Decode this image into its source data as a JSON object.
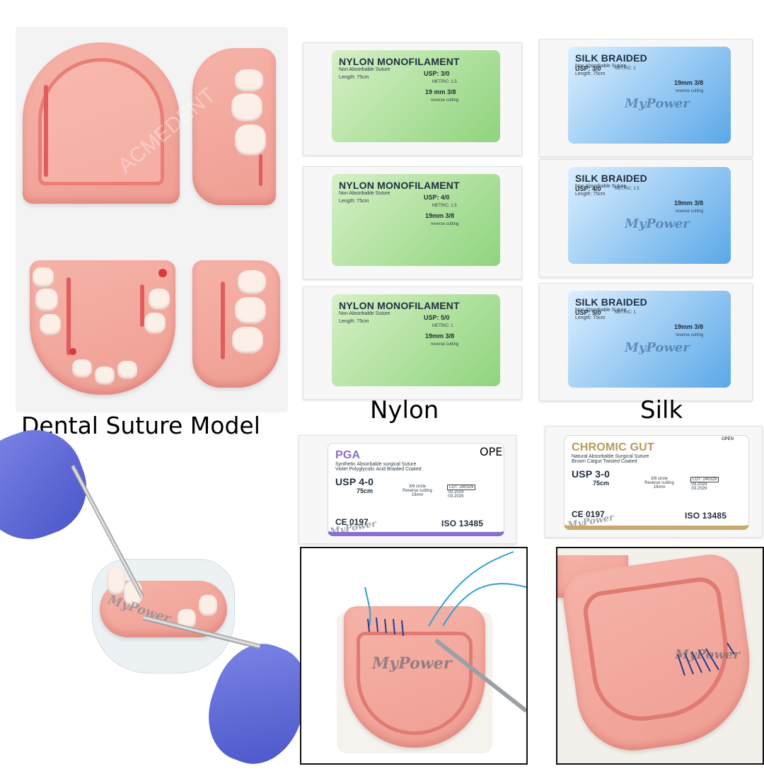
{
  "captions": {
    "model": "Dental Suture Model",
    "nylon": "Nylon",
    "silk": "Silk"
  },
  "watermark": "ACMEDENT",
  "brand": "MyPower",
  "nylon_packets": [
    {
      "title": "NYLON MONOFILAMENT",
      "subtitle": "Non Absorbable Suture",
      "length": "Length: 75cm",
      "usp": "USP: 3/0",
      "metric": "METRIC: 1.5",
      "needle": "19 mm 3/8",
      "needle_type": "reverse cutting"
    },
    {
      "title": "NYLON MONOFILAMENT",
      "subtitle": "Non Absorbable Suture",
      "length": "Length: 75cm",
      "usp": "USP: 4/0",
      "metric": "METRIC: 1.5",
      "needle": "19mm 3/8",
      "needle_type": "reverse cutting"
    },
    {
      "title": "NYLON MONOFILAMENT",
      "subtitle": "Non Absorbable Suture",
      "length": "Length: 75cm",
      "usp": "USP: 5/0",
      "metric": "METRIC: 1",
      "needle": "19mm 3/8",
      "needle_type": "reverse cutting"
    }
  ],
  "silk_packets": [
    {
      "title": "SILK BRAIDED",
      "subtitle": "Non Absorbable Suture",
      "length": "Length: 75cm",
      "usp": "USP: 3/0",
      "metric": "METRIC: 2",
      "needle": "19mm 3/8",
      "needle_type": "reverse cutting"
    },
    {
      "title": "SILK BRAIDED",
      "subtitle": "Non Absorbable Suture",
      "length": "Length: 75cm",
      "usp": "USP: 4/0",
      "metric": "METRIC: 1.5",
      "needle": "19mm 3/8",
      "needle_type": "reverse cutting"
    },
    {
      "title": "SILK BRAIDED",
      "subtitle": "Non Absorbable Suture",
      "length": "Length: 75cm",
      "usp": "USP: 5/0",
      "metric": "METRIC: 1",
      "needle": "19mm 3/8",
      "needle_type": "reverse cutting"
    }
  ],
  "pga": {
    "title": "PGA",
    "line1": "Synthetic Absorbable surgical Suture",
    "line2": "Violet Polyglycolic Acid Braided Coated",
    "usp": "USP 4-0",
    "length": "75cm",
    "needle1": "3/8 circle",
    "needle2": "Reverse cutting",
    "needle3": "19mm",
    "lot": "LOT: 240329",
    "mfg": ":03.2024",
    "exp": ":03.2029",
    "ce": "CE 0197",
    "iso": "ISO 13485",
    "open": "OPEN",
    "color": "#8a6fd1"
  },
  "chromic": {
    "title": "CHROMIC GUT",
    "line1": "Natural Absorbable Surgical Suture",
    "line2": "Brown Catgut Twisted Coated",
    "usp": "USP 3-0",
    "length": "75cm",
    "needle1": "3/8 circle",
    "needle2": "Reverse cutting",
    "needle3": "19mm",
    "lot": "LOT: 240329",
    "mfg": ":03.2024",
    "exp": ":03.2029",
    "ce": "CE 0197",
    "iso": "ISO 13485",
    "open": "OPEN",
    "color": "#c8a96a"
  }
}
